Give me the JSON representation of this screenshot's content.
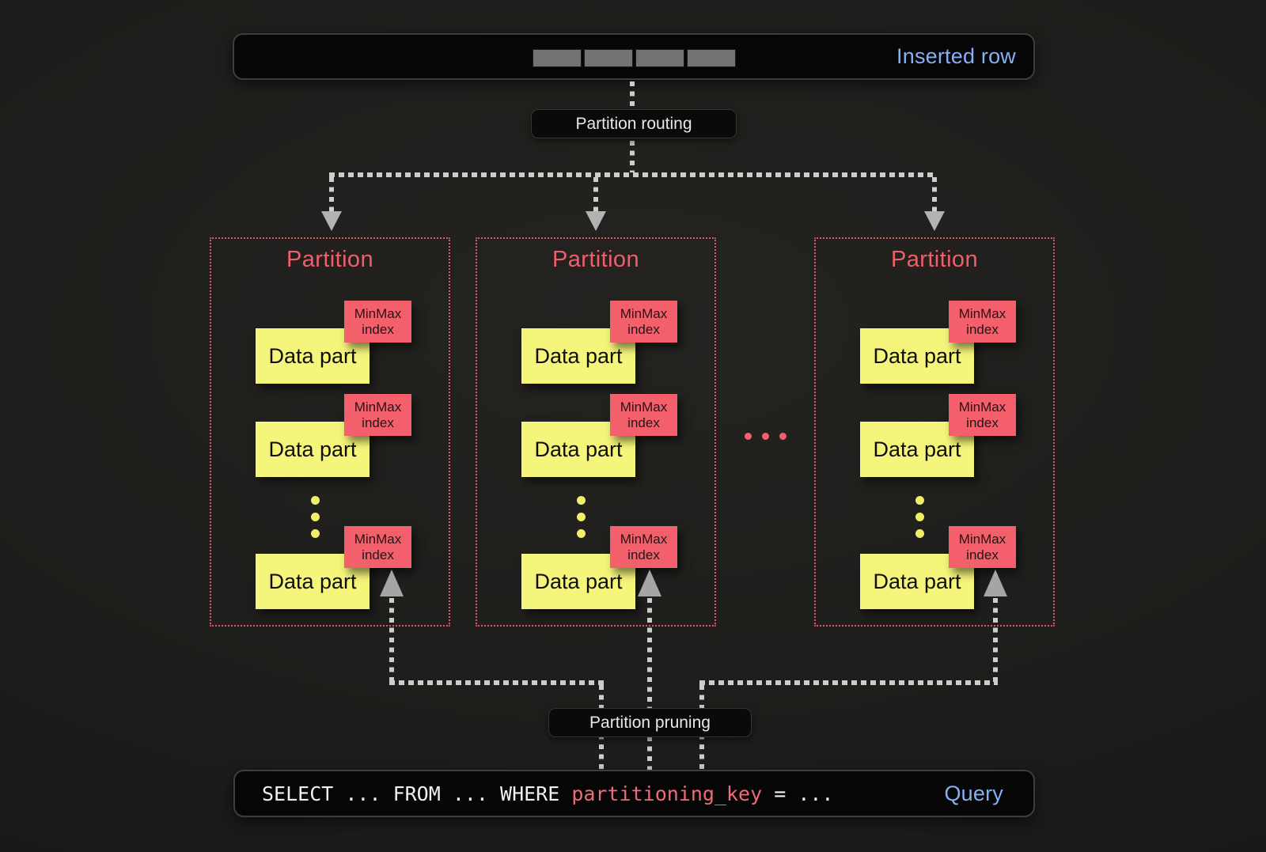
{
  "inserted_row_box": {
    "label": "Inserted row",
    "cell_count": 4
  },
  "flow_labels": {
    "routing": "Partition routing",
    "pruning": "Partition pruning"
  },
  "partitions": [
    {
      "title": "Partition",
      "parts": [
        {
          "part": "Data part",
          "index_line1": "MinMax",
          "index_line2": "index"
        },
        {
          "part": "Data part",
          "index_line1": "MinMax",
          "index_line2": "index"
        },
        {
          "part": "Data part",
          "index_line1": "MinMax",
          "index_line2": "index"
        }
      ]
    },
    {
      "title": "Partition",
      "parts": [
        {
          "part": "Data part",
          "index_line1": "MinMax",
          "index_line2": "index"
        },
        {
          "part": "Data part",
          "index_line1": "MinMax",
          "index_line2": "index"
        },
        {
          "part": "Data part",
          "index_line1": "MinMax",
          "index_line2": "index"
        }
      ]
    },
    {
      "title": "Partition",
      "parts": [
        {
          "part": "Data part",
          "index_line1": "MinMax",
          "index_line2": "index"
        },
        {
          "part": "Data part",
          "index_line1": "MinMax",
          "index_line2": "index"
        },
        {
          "part": "Data part",
          "index_line1": "MinMax",
          "index_line2": "index"
        }
      ]
    }
  ],
  "query_box": {
    "sql_prefix": "SELECT ... FROM ... WHERE ",
    "sql_key": "partitioning_key",
    "sql_suffix": " = ...",
    "label": "Query"
  },
  "colors": {
    "accent_blue": "#85b0f4",
    "accent_red": "#ef5f6a",
    "accent_yellow": "#f5f57b",
    "dash_gray": "#cdcdcd"
  }
}
